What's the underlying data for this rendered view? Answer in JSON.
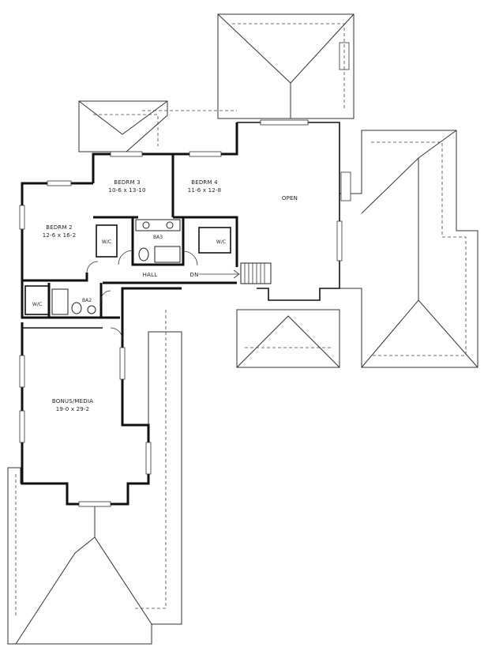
{
  "rooms": {
    "bedroom2": {
      "name": "BEDRM 2",
      "dims": "12-6 x 16-2"
    },
    "bedroom3": {
      "name": "BEDRM 3",
      "dims": "10-6 x 13-10"
    },
    "bedroom4": {
      "name": "BEDRM 4",
      "dims": "11-6 x 12-8"
    },
    "open": {
      "name": "OPEN"
    },
    "bonus": {
      "name": "BONUS/MEDIA",
      "dims": "19-0 x 29-2"
    },
    "bath3": {
      "name": "BA3"
    },
    "bath2": {
      "name": "BA2"
    },
    "wic_bed2": {
      "name": "W/C"
    },
    "wic_bed3": {
      "name": "W/C"
    },
    "wic_bed4": {
      "name": "W/C"
    },
    "hall": {
      "name": "HALL"
    }
  },
  "stair": {
    "label": "DN"
  }
}
